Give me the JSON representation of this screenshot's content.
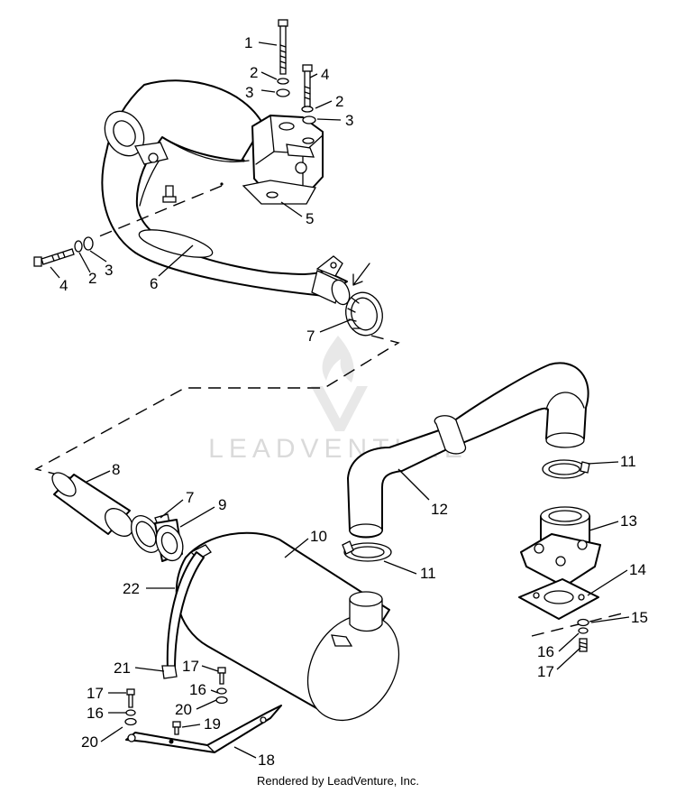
{
  "watermark": {
    "text": "LEADVENTURE"
  },
  "credit": "Rendered by LeadVenture, Inc.",
  "callouts": [
    {
      "id": "c1",
      "text": "1"
    },
    {
      "id": "c2a",
      "text": "2"
    },
    {
      "id": "c3a",
      "text": "3"
    },
    {
      "id": "c4a",
      "text": "4"
    },
    {
      "id": "c2b",
      "text": "2"
    },
    {
      "id": "c3b",
      "text": "3"
    },
    {
      "id": "c5",
      "text": "5"
    },
    {
      "id": "c4b",
      "text": "4"
    },
    {
      "id": "c2c",
      "text": "2"
    },
    {
      "id": "c3c",
      "text": "3"
    },
    {
      "id": "c6",
      "text": "6"
    },
    {
      "id": "c7a",
      "text": "7"
    },
    {
      "id": "c8",
      "text": "8"
    },
    {
      "id": "c7b",
      "text": "7"
    },
    {
      "id": "c9",
      "text": "9"
    },
    {
      "id": "c10",
      "text": "10"
    },
    {
      "id": "c11a",
      "text": "11"
    },
    {
      "id": "c12",
      "text": "12"
    },
    {
      "id": "c11b",
      "text": "11"
    },
    {
      "id": "c13",
      "text": "13"
    },
    {
      "id": "c14",
      "text": "14"
    },
    {
      "id": "c15",
      "text": "15"
    },
    {
      "id": "c16a",
      "text": "16"
    },
    {
      "id": "c17a",
      "text": "17"
    },
    {
      "id": "c22",
      "text": "22"
    },
    {
      "id": "c21",
      "text": "21"
    },
    {
      "id": "c17b",
      "text": "17"
    },
    {
      "id": "c16b",
      "text": "16"
    },
    {
      "id": "c20a",
      "text": "20"
    },
    {
      "id": "c17c",
      "text": "17"
    },
    {
      "id": "c16c",
      "text": "16"
    },
    {
      "id": "c20b",
      "text": "20"
    },
    {
      "id": "c19",
      "text": "19"
    },
    {
      "id": "c18",
      "text": "18"
    }
  ]
}
